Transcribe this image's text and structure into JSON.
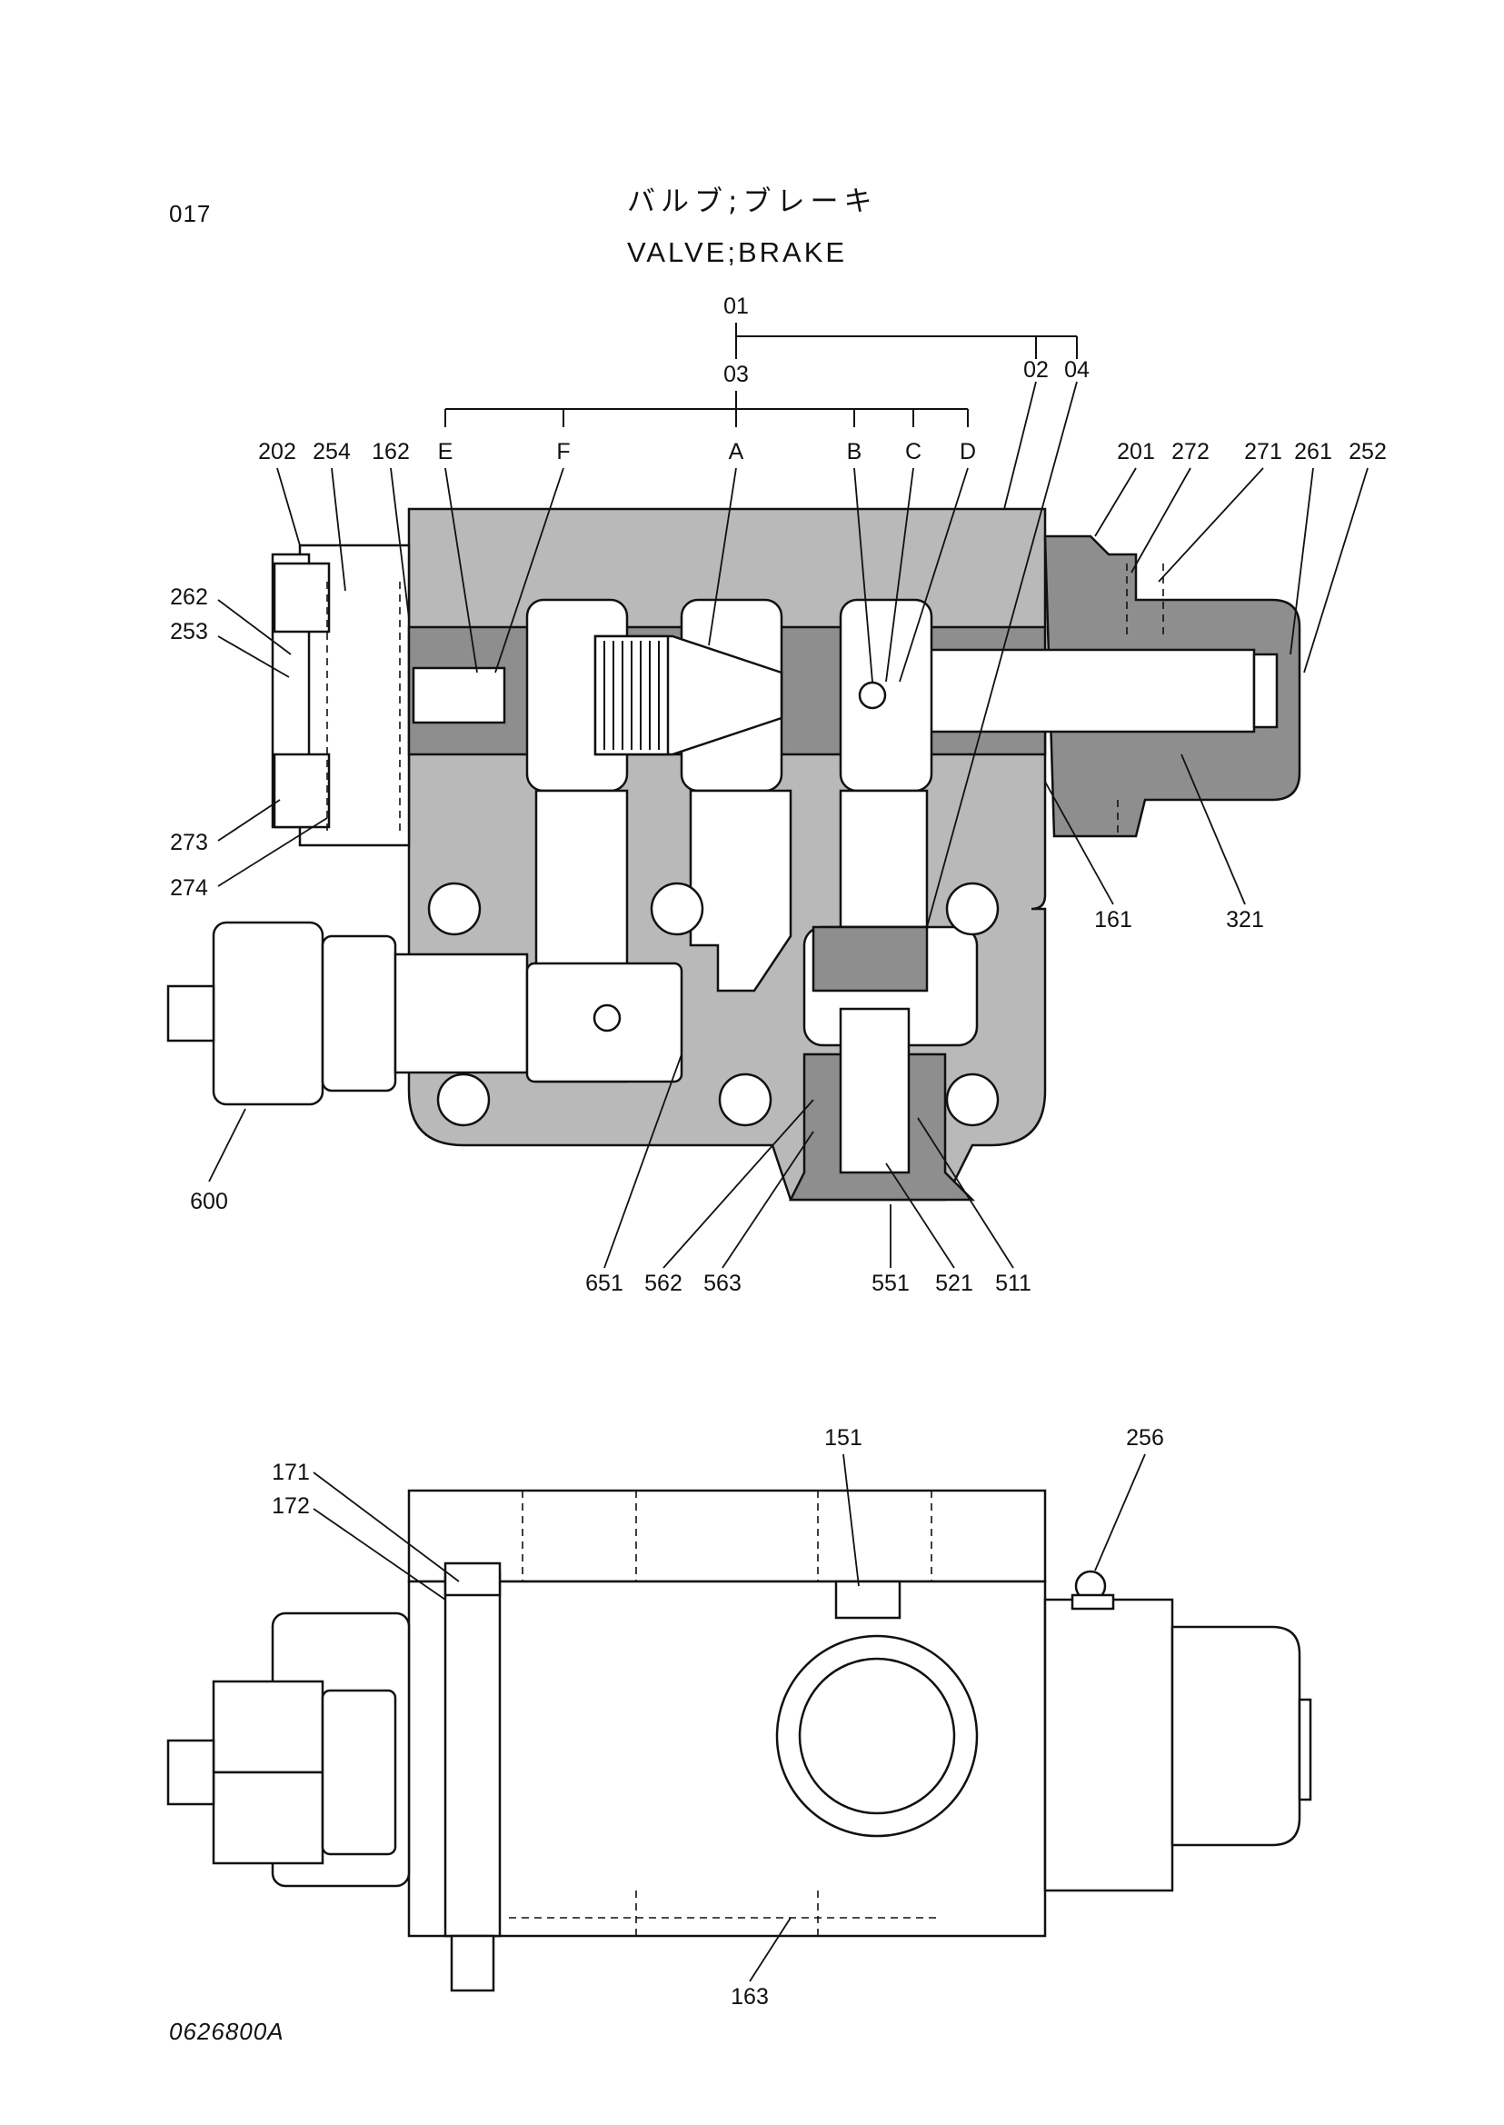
{
  "page": {
    "number": "017",
    "drawing_id": "0626800A"
  },
  "title": {
    "japanese": "バルブ;ブレーキ",
    "english": "VALVE;BRAKE"
  },
  "assembly": {
    "main": "01",
    "subs": [
      "03",
      "02",
      "04"
    ]
  },
  "ports": [
    "E",
    "F",
    "A",
    "B",
    "C",
    "D"
  ],
  "section_view_labels": {
    "l202": "202",
    "l254": "254",
    "l162": "162",
    "l201": "201",
    "l272": "272",
    "l271": "271",
    "l261": "261",
    "l252": "252",
    "l262": "262",
    "l253": "253",
    "l273": "273",
    "l274": "274",
    "l161": "161",
    "l321": "321",
    "l600": "600",
    "l651": "651",
    "l562": "562",
    "l563": "563",
    "l551": "551",
    "l521": "521",
    "l511": "511"
  },
  "top_view_labels": {
    "l171": "171",
    "l172": "172",
    "l151": "151",
    "l256": "256",
    "l163": "163"
  }
}
